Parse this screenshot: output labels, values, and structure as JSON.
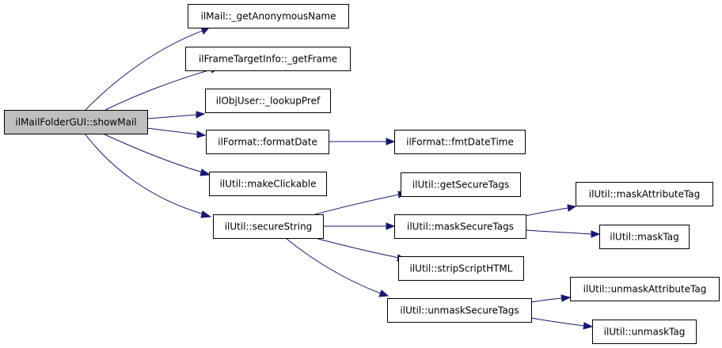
{
  "diagram": {
    "nodes": [
      {
        "id": "root",
        "label": "ilMailFolderGUI::showMail",
        "root": true
      },
      {
        "id": "anon",
        "label": "ilMail::_getAnonymousName"
      },
      {
        "id": "frame",
        "label": "ilFrameTargetInfo::_getFrame"
      },
      {
        "id": "pref",
        "label": "ilObjUser::_lookupPref"
      },
      {
        "id": "fdate",
        "label": "ilFormat::formatDate"
      },
      {
        "id": "fmtdt",
        "label": "ilFormat::fmtDateTime"
      },
      {
        "id": "click",
        "label": "ilUtil::makeClickable"
      },
      {
        "id": "secstr",
        "label": "ilUtil::secureString"
      },
      {
        "id": "getsec",
        "label": "ilUtil::getSecureTags"
      },
      {
        "id": "masksec",
        "label": "ilUtil::maskSecureTags"
      },
      {
        "id": "strip",
        "label": "ilUtil::stripScriptHTML"
      },
      {
        "id": "unmasksec",
        "label": "ilUtil::unmaskSecureTags"
      },
      {
        "id": "maskattr",
        "label": "ilUtil::maskAttributeTag"
      },
      {
        "id": "masktag",
        "label": "ilUtil::maskTag"
      },
      {
        "id": "unmaskattr",
        "label": "ilUtil::unmaskAttributeTag"
      },
      {
        "id": "unmasktag",
        "label": "ilUtil::unmaskTag"
      }
    ],
    "edges": [
      {
        "from": "root",
        "to": "anon"
      },
      {
        "from": "root",
        "to": "frame"
      },
      {
        "from": "root",
        "to": "pref"
      },
      {
        "from": "root",
        "to": "fdate"
      },
      {
        "from": "root",
        "to": "click"
      },
      {
        "from": "root",
        "to": "secstr"
      },
      {
        "from": "fdate",
        "to": "fmtdt"
      },
      {
        "from": "secstr",
        "to": "getsec"
      },
      {
        "from": "secstr",
        "to": "masksec"
      },
      {
        "from": "secstr",
        "to": "strip"
      },
      {
        "from": "secstr",
        "to": "unmasksec"
      },
      {
        "from": "masksec",
        "to": "maskattr"
      },
      {
        "from": "masksec",
        "to": "masktag"
      },
      {
        "from": "unmasksec",
        "to": "unmaskattr"
      },
      {
        "from": "unmasksec",
        "to": "unmasktag"
      }
    ],
    "colors": {
      "edge": "#191970",
      "root_fill": "#bfbfbf",
      "node_fill": "#ffffff",
      "node_border": "#000000"
    }
  }
}
